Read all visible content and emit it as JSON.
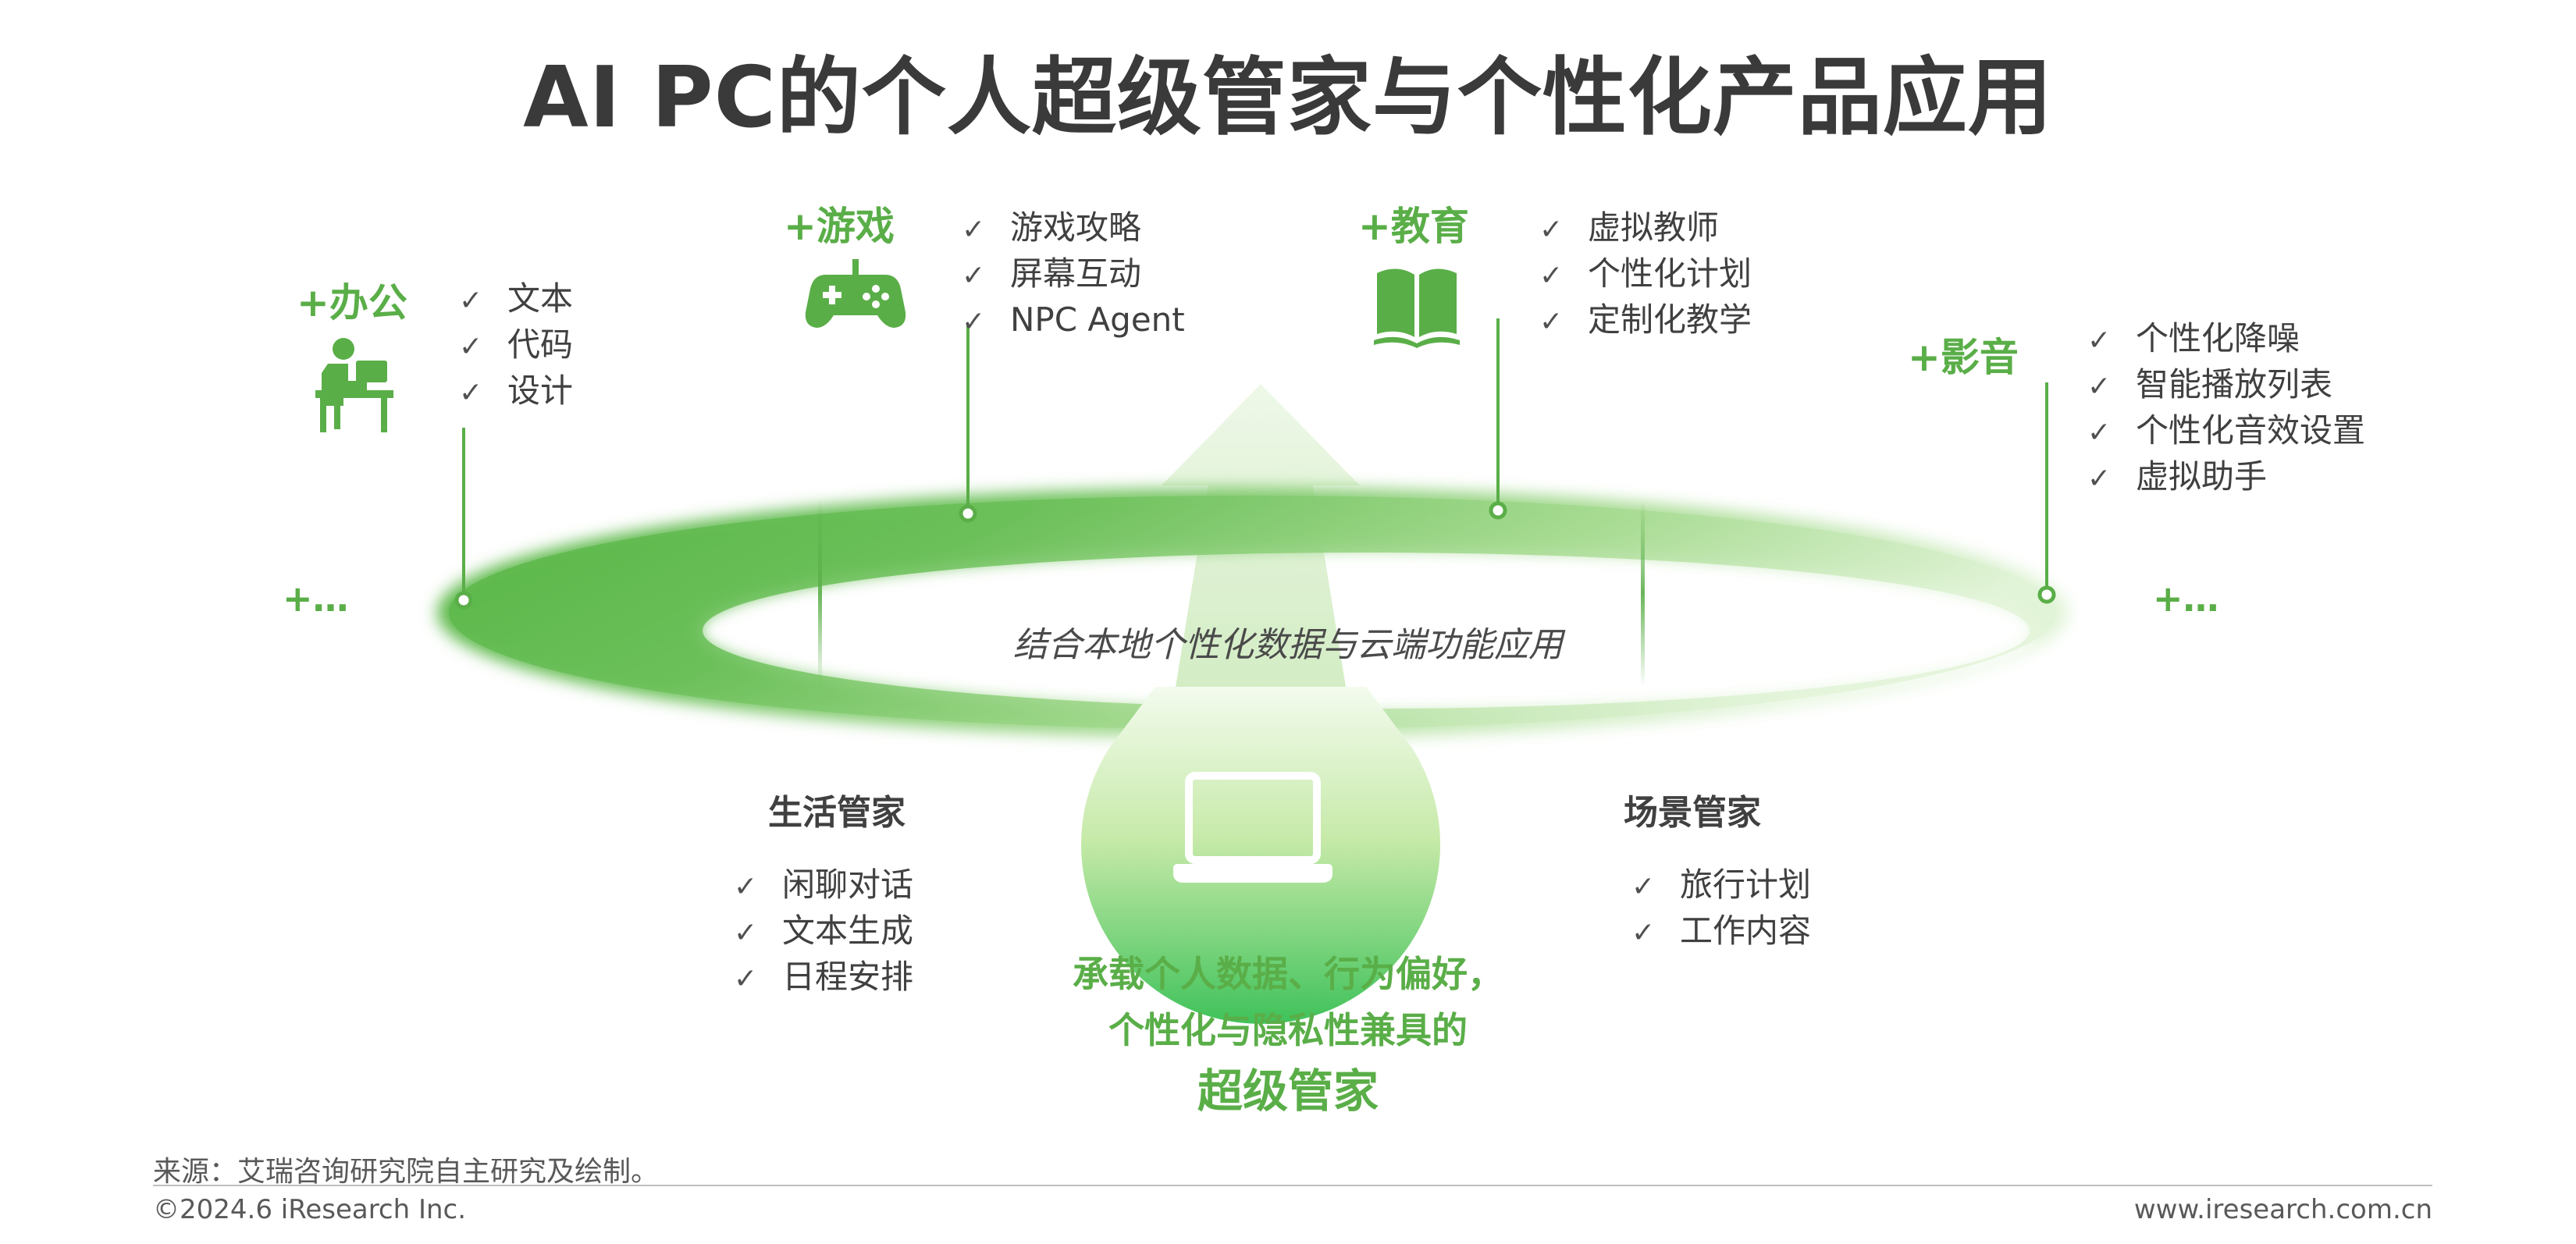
{
  "title": "AI PC的个人超级管家与个性化产品应用",
  "ring_text": "结合本地个性化数据与云端功能应用",
  "more_label": "+…",
  "categories": [
    {
      "label": "+办公",
      "icon": "office-worker-icon",
      "items": [
        "文本",
        "代码",
        "设计"
      ]
    },
    {
      "label": "+游戏",
      "icon": "gamepad-icon",
      "items": [
        "游戏攻略",
        "屏幕互动",
        "NPC Agent"
      ]
    },
    {
      "label": "+教育",
      "icon": "open-book-icon",
      "items": [
        "虚拟教师",
        "个性化计划",
        "定制化教学"
      ]
    },
    {
      "label": "+影音",
      "icon": "none",
      "items": [
        "个性化降噪",
        "智能播放列表",
        "个性化音效设置",
        "虚拟助手"
      ]
    }
  ],
  "life_manager": {
    "title": "生活管家",
    "items": [
      "闲聊对话",
      "文本生成",
      "日程安排"
    ]
  },
  "scene_manager": {
    "title": "场景管家",
    "items": [
      "旅行计划",
      "工作内容"
    ]
  },
  "center": {
    "line1": "承载个人数据、行为偏好，",
    "line2": "个性化与隐私性兼具的",
    "line3": "超级管家",
    "icon": "laptop-icon"
  },
  "footer": {
    "source": "来源：艾瑞咨询研究院自主研究及绘制。",
    "copyright": "©2024.6 iResearch Inc.",
    "url": "www.iresearch.com.cn"
  },
  "colors": {
    "accent": "#5aae48",
    "ring_dark": "#52b341",
    "ring_light": "#d6efc8"
  }
}
